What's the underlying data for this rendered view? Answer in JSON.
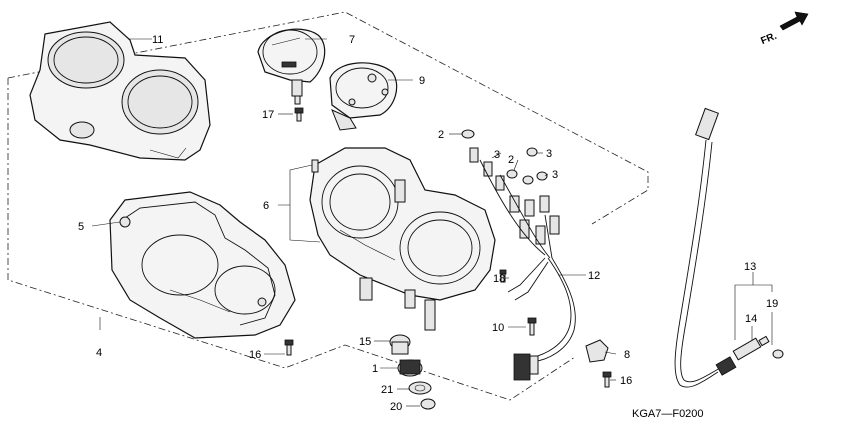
{
  "diagram": {
    "code": "KGA7—F0200",
    "direction_label": "FR.",
    "callouts": [
      {
        "id": "c1",
        "text": "1"
      },
      {
        "id": "c2a",
        "text": "2"
      },
      {
        "id": "c2b",
        "text": "2"
      },
      {
        "id": "c3a",
        "text": "3"
      },
      {
        "id": "c3b",
        "text": "3"
      },
      {
        "id": "c3c",
        "text": "3"
      },
      {
        "id": "c4",
        "text": "4"
      },
      {
        "id": "c5",
        "text": "5"
      },
      {
        "id": "c6",
        "text": "6"
      },
      {
        "id": "c7",
        "text": "7"
      },
      {
        "id": "c8",
        "text": "8"
      },
      {
        "id": "c9",
        "text": "9"
      },
      {
        "id": "c10",
        "text": "10"
      },
      {
        "id": "c11",
        "text": "11"
      },
      {
        "id": "c12",
        "text": "12"
      },
      {
        "id": "c13",
        "text": "13"
      },
      {
        "id": "c14",
        "text": "14"
      },
      {
        "id": "c15",
        "text": "15"
      },
      {
        "id": "c16a",
        "text": "16"
      },
      {
        "id": "c16b",
        "text": "16"
      },
      {
        "id": "c17",
        "text": "17"
      },
      {
        "id": "c18",
        "text": "18"
      },
      {
        "id": "c19",
        "text": "19"
      },
      {
        "id": "c20",
        "text": "20"
      },
      {
        "id": "c21",
        "text": "21"
      }
    ]
  }
}
